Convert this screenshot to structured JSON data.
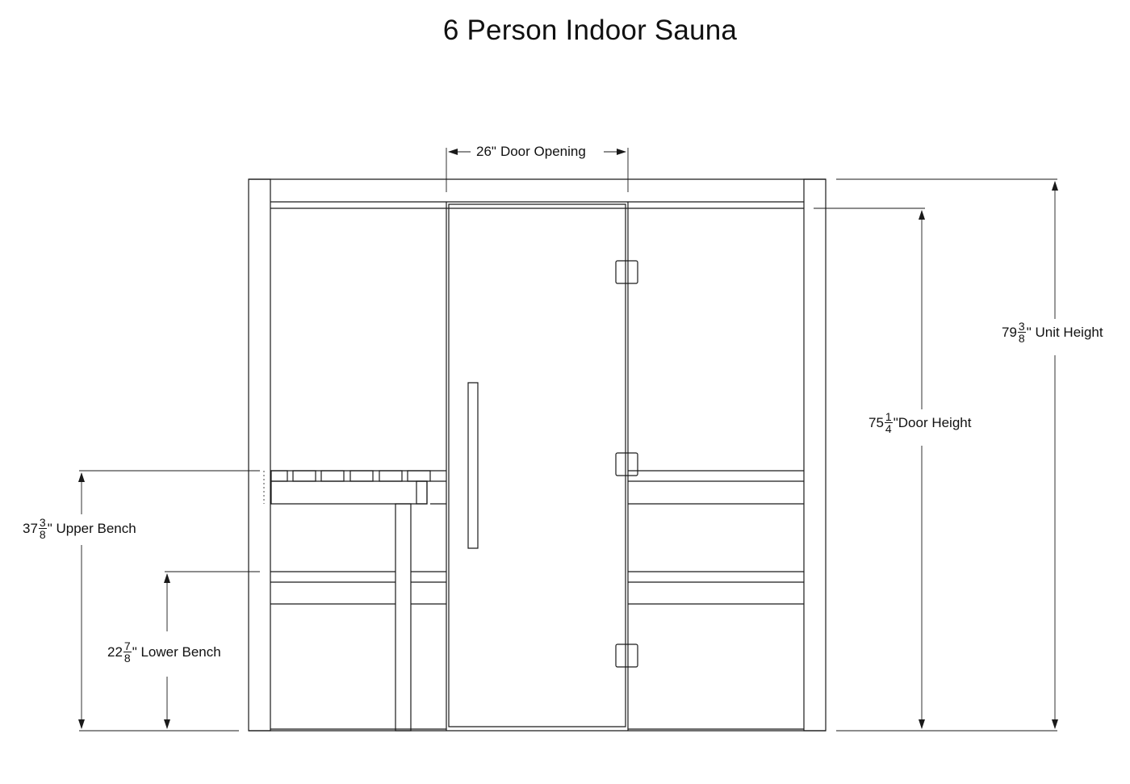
{
  "diagram": {
    "title": "6 Person Indoor Sauna",
    "dimensions": {
      "door_opening": {
        "whole": "26\"",
        "label": "Door Opening"
      },
      "unit_height": {
        "whole": "79",
        "num": "3",
        "den": "8",
        "label": "\" Unit Height"
      },
      "door_height": {
        "whole": "75",
        "num": "1",
        "den": "4",
        "label": "\"Door Height"
      },
      "upper_bench": {
        "whole": "37",
        "num": "3",
        "den": "8",
        "label": "\" Upper Bench"
      },
      "lower_bench": {
        "whole": "22",
        "num": "7",
        "den": "8",
        "label": "\" Lower Bench"
      }
    },
    "line_color": "#1a1a1a"
  }
}
